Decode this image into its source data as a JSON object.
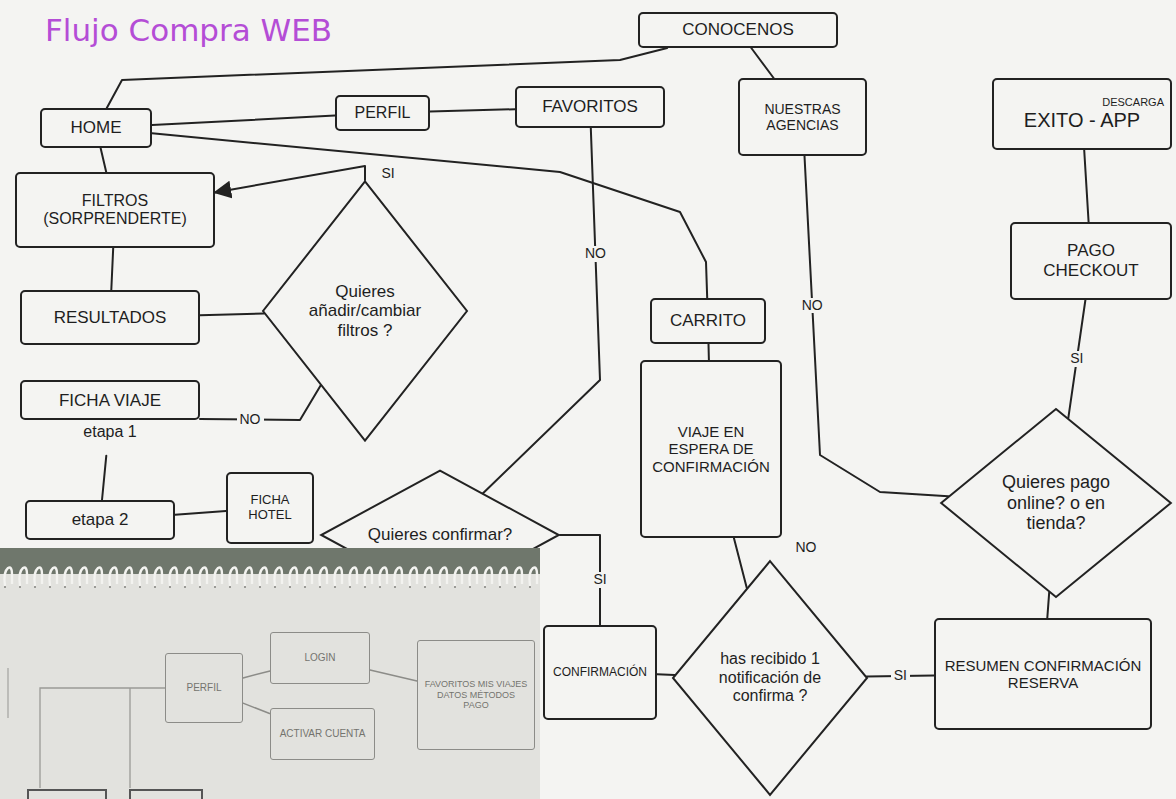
{
  "diagram": {
    "title": "Flujo Compra WEB",
    "nodes": [
      {
        "text": [
          "CONOCENOS"
        ]
      },
      {
        "text": [
          "HOME"
        ]
      },
      {
        "text": [
          "PERFIL"
        ]
      },
      {
        "text": [
          "FAVORITOS"
        ]
      },
      {
        "text": [
          "NUESTRAS AGENCIAS"
        ]
      },
      {
        "text": [
          "DESCARGA",
          "EXITO - APP"
        ]
      },
      {
        "text": [
          "FILTROS",
          "(SORPRENDERTE)"
        ]
      },
      {
        "text": [
          "RESULTADOS"
        ]
      },
      {
        "text": [
          "Quieres añadir/cambiar filtros ?"
        ]
      },
      {
        "text": [
          "FICHA VIAJE",
          "etapa 1"
        ]
      },
      {
        "text": [
          "etapa 2"
        ]
      },
      {
        "text": [
          "FICHA HOTEL"
        ]
      },
      {
        "text": [
          "CARRITO"
        ]
      },
      {
        "text": [
          "VIAJE EN ESPERA DE CONFIRMACIÓN"
        ]
      },
      {
        "text": [
          "Quieres confirmar?"
        ]
      },
      {
        "text": [
          "CONFIRMACIÓN"
        ]
      },
      {
        "text": [
          "has recibido 1 notificación de confirma ?"
        ]
      },
      {
        "text": [
          "Quieres pago online? o en tienda?"
        ]
      },
      {
        "text": [
          "PAGO CHECKOUT"
        ]
      },
      {
        "text": [
          "RESUMEN CONFIRMACIÓN RESERVA"
        ]
      },
      {
        "text": [
          "PERFIL"
        ]
      },
      {
        "text": [
          "LOGIN"
        ]
      },
      {
        "text": [
          "ACTIVAR CUENTA"
        ]
      },
      {
        "text": [
          "FAVORITOS MIS VIAJES DATOS MÉTODOS PAGO"
        ]
      }
    ],
    "edges": [
      {
        "from": 0,
        "to": 1,
        "arrow": "none"
      },
      {
        "from": 0,
        "to": 4,
        "arrow": "none"
      },
      {
        "from": 1,
        "to": 2,
        "arrow": "none"
      },
      {
        "from": 2,
        "to": 3,
        "arrow": "none"
      },
      {
        "from": 1,
        "to": 12,
        "arrow": "none"
      },
      {
        "from": 1,
        "to": 6,
        "arrow": "none"
      },
      {
        "from": 6,
        "to": 7,
        "arrow": "none"
      },
      {
        "from": 7,
        "to": 8,
        "arrow": "none"
      },
      {
        "from": 8,
        "to": 6,
        "label": "SI",
        "arrow": "to"
      },
      {
        "from": 9,
        "to": 8,
        "label": "NO",
        "arrow": "none"
      },
      {
        "from": 3,
        "to": 14,
        "label": "NO",
        "arrow": "none"
      },
      {
        "from": 9,
        "to": 10,
        "arrow": "none"
      },
      {
        "from": 10,
        "to": 11,
        "arrow": "none"
      },
      {
        "from": 14,
        "to": 15,
        "label": "SI",
        "arrow": "none"
      },
      {
        "from": 12,
        "to": 13,
        "arrow": "none"
      },
      {
        "from": 13,
        "to": 16,
        "label": "NO",
        "arrow": "none"
      },
      {
        "from": 15,
        "to": 16,
        "arrow": "none"
      },
      {
        "from": 16,
        "to": 19,
        "label": "SI",
        "arrow": "none"
      },
      {
        "from": 4,
        "to": 17,
        "label": "NO",
        "arrow": "none"
      },
      {
        "from": 17,
        "to": 19,
        "arrow": "none"
      },
      {
        "from": 17,
        "to": 18,
        "label": "SI",
        "arrow": "none"
      },
      {
        "from": 18,
        "to": 5,
        "arrow": "none"
      },
      {
        "from": 20,
        "to": 21,
        "arrow": "none"
      },
      {
        "from": 20,
        "to": 22,
        "arrow": "none"
      },
      {
        "from": 21,
        "to": 23,
        "arrow": "none"
      }
    ]
  }
}
